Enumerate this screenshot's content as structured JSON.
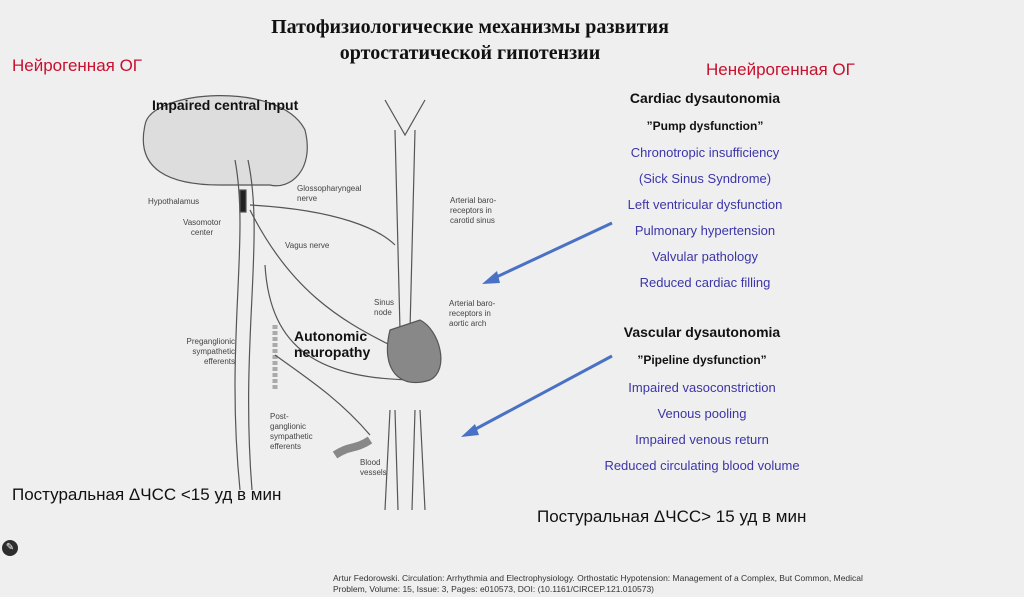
{
  "title": {
    "line1": "Патофизиологические механизмы развития",
    "line2": "ортостатической гипотензии"
  },
  "left": {
    "heading": "Нейрогенная ОГ",
    "footer": "Постуральная  ΔЧСС <15  уд в мин"
  },
  "right": {
    "heading": "Ненейрогенная ОГ",
    "cardiac": {
      "title": "Cardiac dysautonomia",
      "subtitle": "”Pump dysfunction”",
      "items": [
        "Chronotropic insufficiency",
        "(Sick Sinus Syndrome)",
        "Left ventricular dysfunction",
        "Pulmonary hypertension",
        "Valvular pathology",
        "Reduced cardiac filling"
      ]
    },
    "vascular": {
      "title": "Vascular dysautonomia",
      "subtitle": "”Pipeline dysfunction”",
      "items": [
        "Impaired vasoconstriction",
        "Venous pooling",
        "Impaired venous return",
        "Reduced circulating blood volume"
      ]
    },
    "footer": "Постуральная  ΔЧСС> 15  уд в мин"
  },
  "diagram": {
    "impaired": "Impaired central input",
    "hypothalamus": "Hypothalamus",
    "vasomotor": "Vasomotor center",
    "glosso": "Glossopharyngeal nerve",
    "vagus": "Vagus nerve",
    "carotid": "Arterial baro-receptors in carotid sinus",
    "sinus": "Sinus node",
    "aortic": "Arterial baro-receptors in aortic arch",
    "autonomic": "Autonomic neuropathy",
    "pregang": "Preganglionic sympathetic efferents",
    "postgang": "Post-ganglionic sympathetic efferents",
    "vessels": "Blood vessels"
  },
  "citation": {
    "line1": "Artur Fedorowski. Circulation: Arrhythmia and Electrophysiology. Orthostatic Hypotension: Management of a Complex, But Common, Medical",
    "line2": "Problem, Volume: 15, Issue: 3, Pages: e010573, DOI: (10.1161/CIRCEP.121.010573)"
  },
  "colors": {
    "red": "#c8102e",
    "blue": "#3b35a8",
    "arrow": "#4a72c4"
  }
}
